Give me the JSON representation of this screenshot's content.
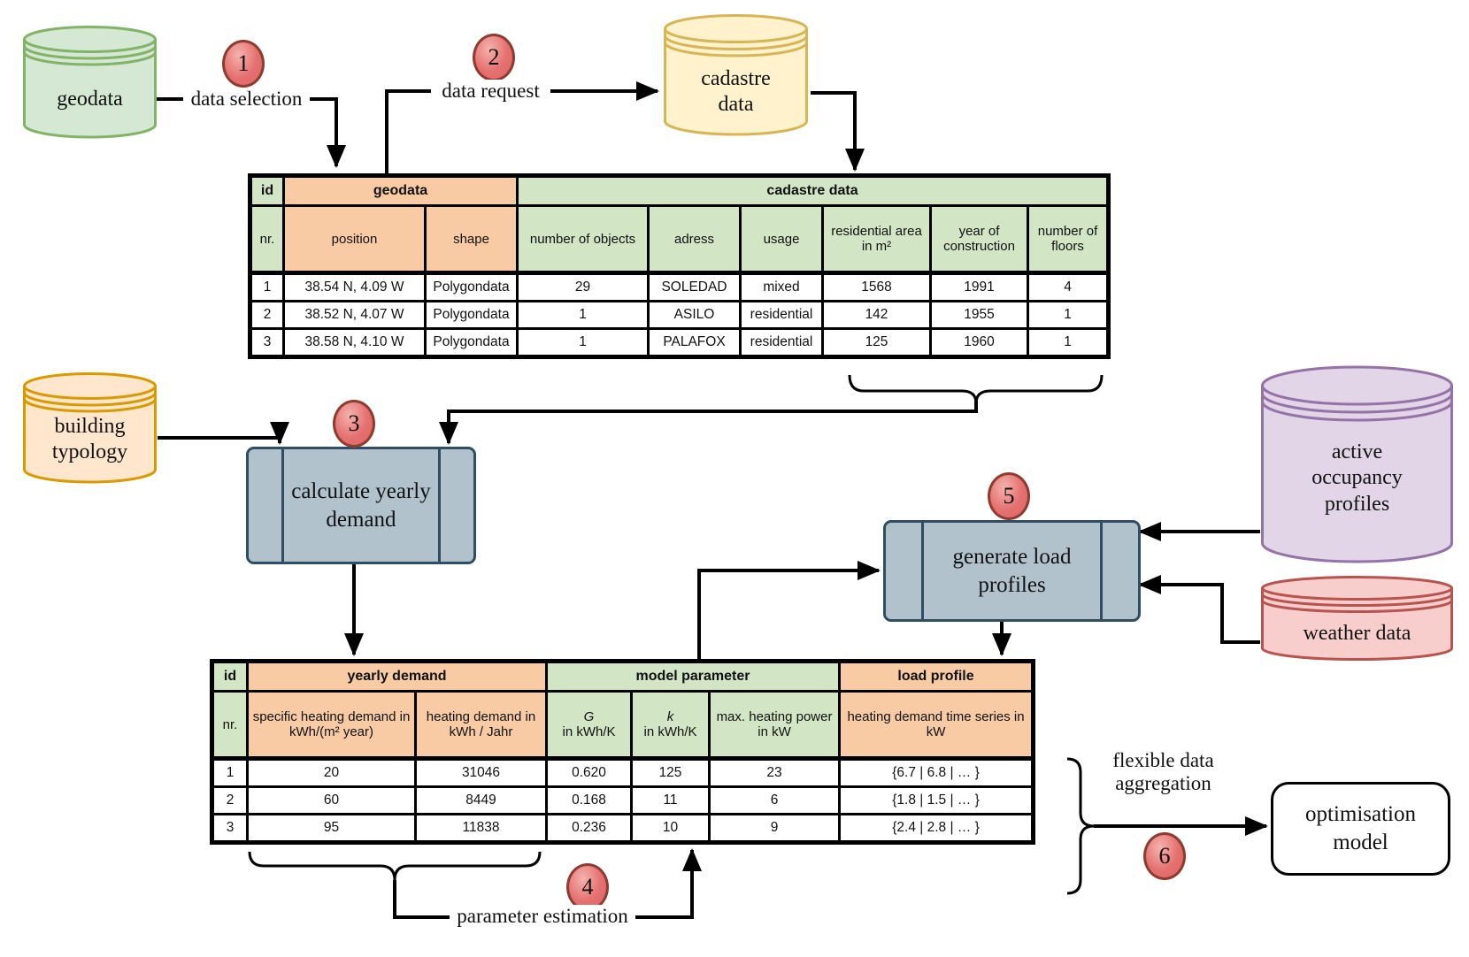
{
  "stores": {
    "geodata": {
      "label": "geodata"
    },
    "cadastre": {
      "label": "cadastre data"
    },
    "building_typology": {
      "label": "building typology"
    },
    "active_occupancy": {
      "label": "active occupancy profiles"
    },
    "weather": {
      "label": "weather data"
    }
  },
  "processes": {
    "calculate_yearly_demand": {
      "label": "calculate yearly demand"
    },
    "generate_load_profiles": {
      "label": "generate load profiles"
    },
    "optimisation_model": {
      "label": "optimisation model"
    }
  },
  "steps": [
    "1",
    "2",
    "3",
    "4",
    "5",
    "6"
  ],
  "labels": {
    "data_selection": "data selection",
    "data_request": "data request",
    "parameter_estimation": "parameter estimation",
    "flexible_data_aggregation": "flexible data aggregation"
  },
  "table1": {
    "group_headers": [
      "id",
      "geodata",
      "cadastre data"
    ],
    "columns": [
      "nr.",
      "position",
      "shape",
      "number of objects",
      "adress",
      "usage",
      "residential area in m²",
      "year of construction",
      "number of floors"
    ],
    "rows": [
      [
        "1",
        "38.54 N, 4.09 W",
        "Polygondata",
        "29",
        "SOLEDAD",
        "mixed",
        "1568",
        "1991",
        "4"
      ],
      [
        "2",
        "38.52 N, 4.07 W",
        "Polygondata",
        "1",
        "ASILO",
        "residential",
        "142",
        "1955",
        "1"
      ],
      [
        "3",
        "38.58 N, 4.10 W",
        "Polygondata",
        "1",
        "PALAFOX",
        "residential",
        "125",
        "1960",
        "1"
      ]
    ]
  },
  "table2": {
    "group_headers": [
      "id",
      "yearly demand",
      "model parameter",
      "load profile"
    ],
    "col_nr": "nr.",
    "col_specific": "specific heating demand in kWh/(m² year)",
    "col_heating": "heating demand in kWh / Jahr",
    "col_g_symbol": "G",
    "col_g_unit": "in kWh/K",
    "col_k_symbol": "k",
    "col_k_unit": "in kWh/K",
    "col_max": "max. heating power in kW",
    "col_load": "heating demand time series in kW",
    "rows": [
      [
        "1",
        "20",
        "31046",
        "0.620",
        "125",
        "23",
        "{6.7 | 6.8 | … }"
      ],
      [
        "2",
        "60",
        "8449",
        "0.168",
        "11",
        "6",
        "{1.8 | 1.5 | … }"
      ],
      [
        "3",
        "95",
        "11838",
        "0.236",
        "10",
        "9",
        "{2.4 | 2.8 | … }"
      ]
    ]
  },
  "colors": {
    "store_green_fill": "#d5e8d4",
    "store_green_stroke": "#82b366",
    "store_yellow_fill": "#fff2cc",
    "store_yellow_stroke": "#d6b656",
    "store_orange_fill": "#ffe6cc",
    "store_orange_stroke": "#d79b00",
    "store_purple_fill": "#e1d5e7",
    "store_purple_stroke": "#9673a6",
    "store_red_fill": "#f8cecc",
    "store_red_stroke": "#b85450",
    "process_fill": "#b1c2cd",
    "process_stroke": "#2f4e63",
    "header_green": "#d2e5c5",
    "header_orange": "#f8cba4",
    "step_circle": "#e06666",
    "step_circle_border": "#8e3b30",
    "line": "#000000"
  }
}
